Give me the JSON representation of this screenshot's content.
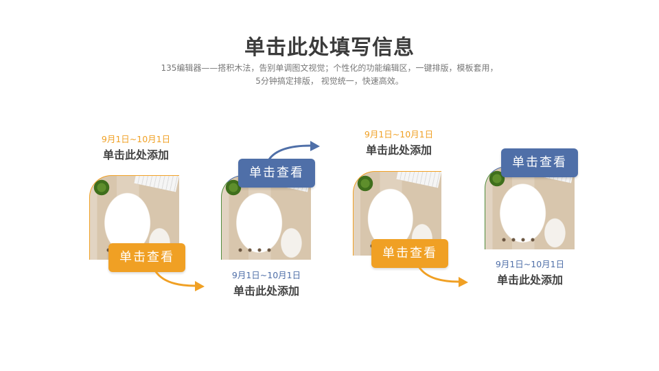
{
  "header": {
    "title": "单击此处填写信息",
    "subtitle_line1": "135编辑器——搭积木法，告别单调图文视觉；个性化的功能编辑区，一键排版，模板套用，",
    "subtitle_line2": "5分钟搞定排版， 视觉统一，快速高效。"
  },
  "colors": {
    "orange": "#f0a024",
    "blue": "#4f6fa8",
    "text_dark": "#444444"
  },
  "items": [
    {
      "date": "9月1日~10月1日",
      "label": "单击此处添加",
      "button": "单击查看",
      "accent": "orange"
    },
    {
      "date": "9月1日~10月1日",
      "label": "单击此处添加",
      "button": "单击查看",
      "accent": "blue"
    },
    {
      "date": "9月1日~10月1日",
      "label": "单击此处添加",
      "button": "单击查看",
      "accent": "orange"
    },
    {
      "date": "9月1日~10月1日",
      "label": "单击此处添加",
      "button": "单击查看",
      "accent": "blue"
    }
  ]
}
